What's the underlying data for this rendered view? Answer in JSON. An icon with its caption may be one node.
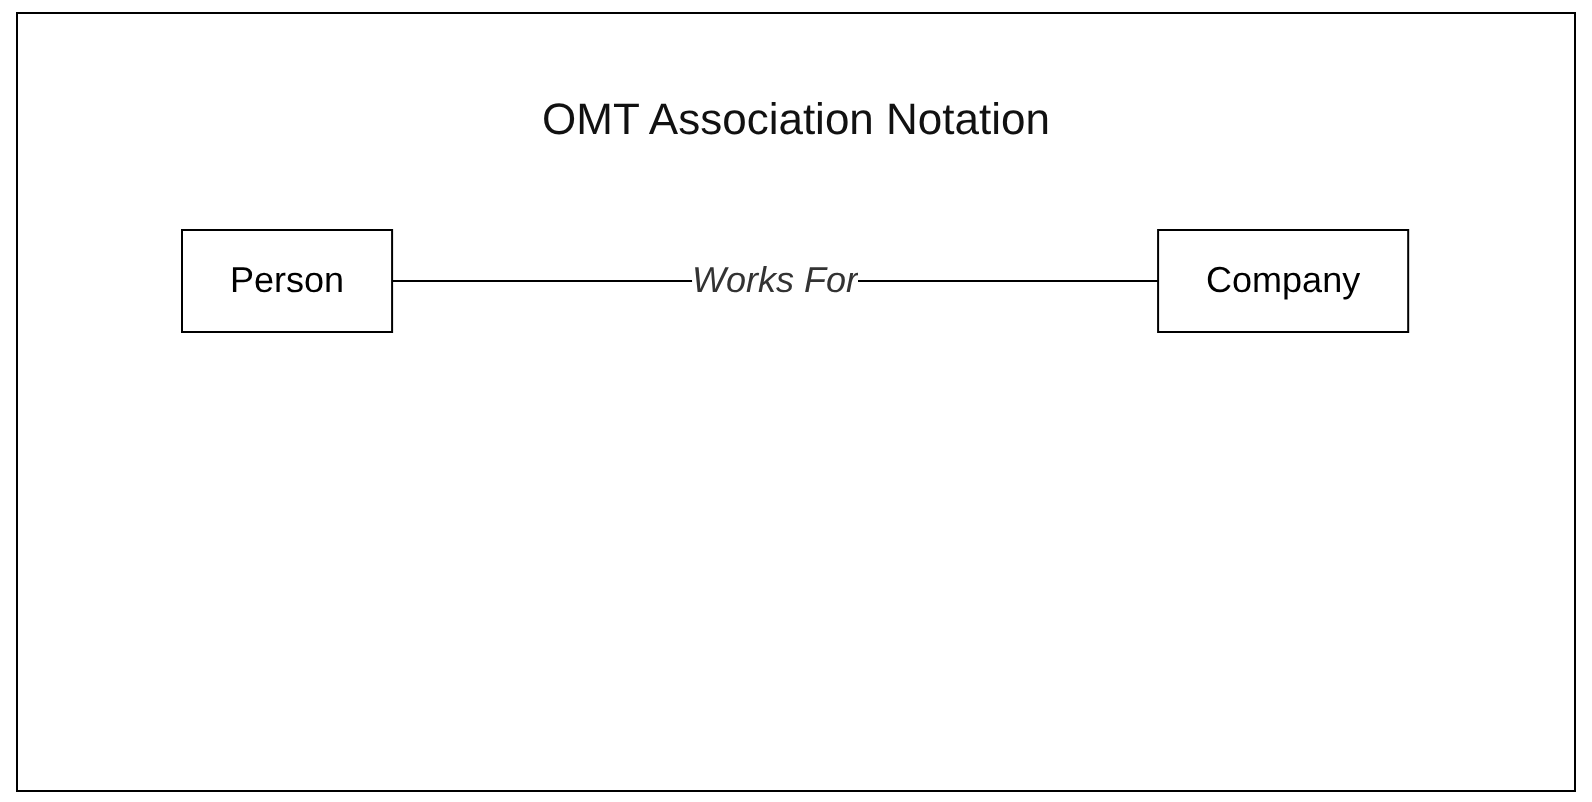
{
  "diagram": {
    "title": "OMT Association Notation",
    "nodes": [
      {
        "text": [
          "Person"
        ]
      },
      {
        "text": [
          "Company"
        ]
      }
    ],
    "edges": [
      {
        "from": 0,
        "to": 1,
        "arrow": "none",
        "label": "Works For"
      }
    ]
  }
}
